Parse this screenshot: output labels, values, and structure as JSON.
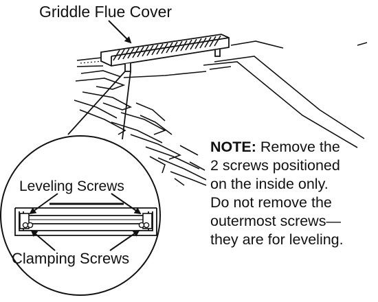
{
  "title": "Griddle Flue Cover",
  "callouts": {
    "leveling_screws": "Leveling Screws",
    "clamping_screws": "Clamping Screws"
  },
  "note": {
    "heading": "NOTE:",
    "lines": [
      "Remove the",
      "2 screws positioned",
      "on the inside only.",
      "Do not remove the",
      "outermost screws—",
      "they are for leveling."
    ]
  }
}
